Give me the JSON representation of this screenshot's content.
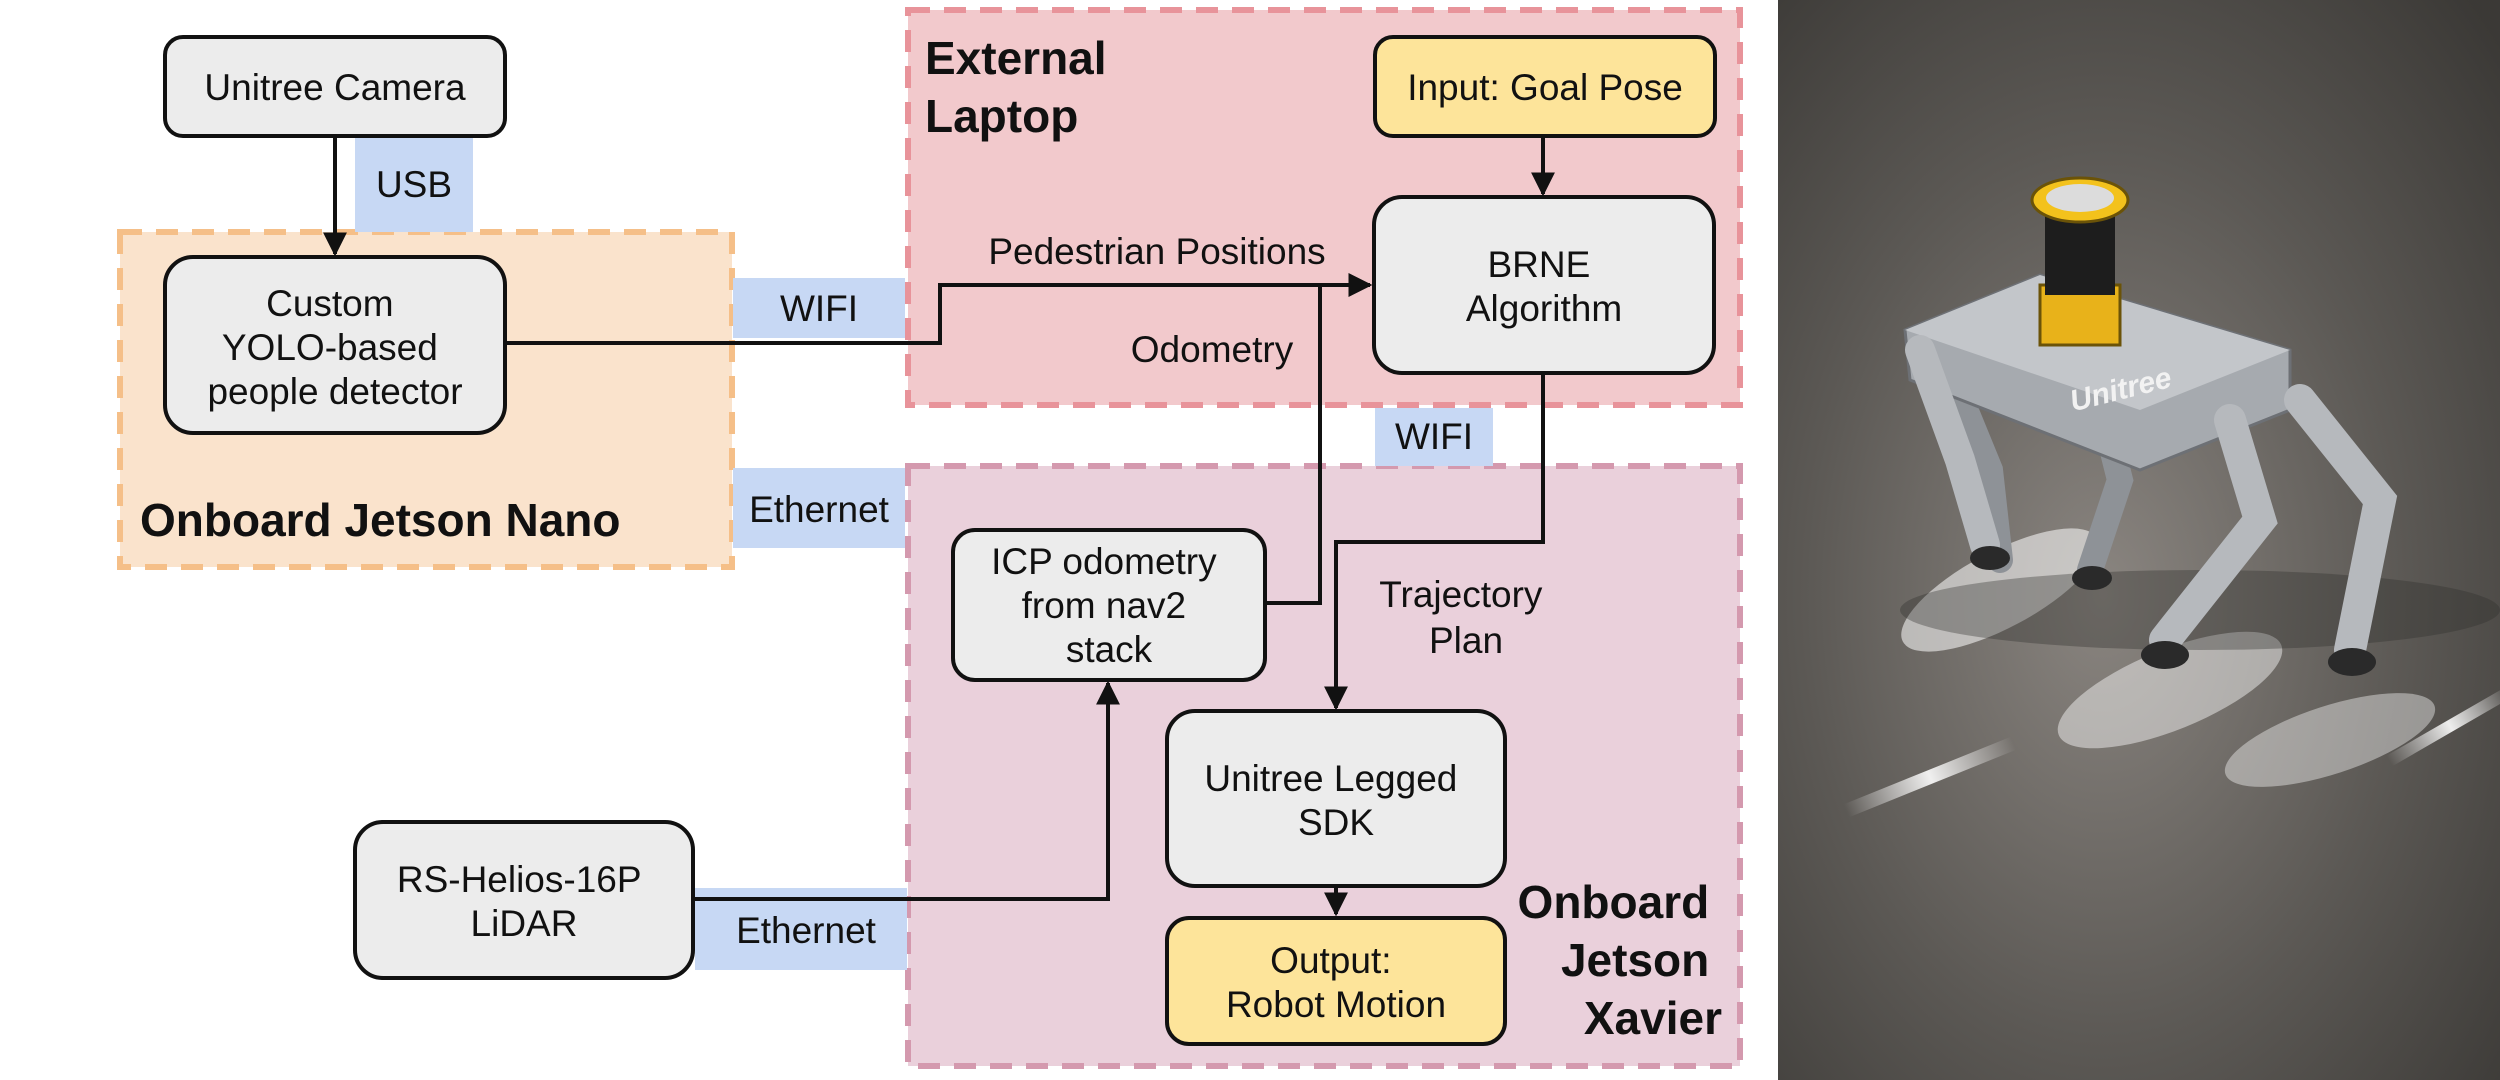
{
  "groups": {
    "jetson_nano": {
      "label_lines": [
        "Onboard Jetson Nano"
      ],
      "color": "#fae3cc",
      "border": "#f5bf88"
    },
    "external_laptop": {
      "label_lines": [
        "External",
        "Laptop"
      ],
      "color": "#f2c9cc",
      "border": "#e8939a"
    },
    "jetson_xavier": {
      "label_lines": [
        "Onboard",
        "Jetson",
        "Xavier"
      ],
      "color": "#ead0db",
      "border": "#d499ae"
    }
  },
  "nodes": {
    "unitree_camera": {
      "lines": [
        "Unitree Camera"
      ]
    },
    "people_detector": {
      "lines": [
        "Custom",
        "YOLO-based",
        "people detector"
      ]
    },
    "goal_pose": {
      "lines": [
        "Input: Goal Pose"
      ]
    },
    "brne": {
      "lines": [
        "BRNE",
        "Algorithm"
      ]
    },
    "icp_odometry": {
      "lines": [
        "ICP odometry",
        "from nav2",
        "stack"
      ]
    },
    "legged_sdk": {
      "lines": [
        "Unitree Legged",
        "SDK"
      ]
    },
    "lidar": {
      "lines": [
        "RS-Helios-16P",
        "LiDAR"
      ]
    },
    "robot_motion": {
      "lines": [
        "Output:",
        "Robot Motion"
      ]
    }
  },
  "connections": {
    "usb": "USB",
    "wifi_left": "WIFI",
    "wifi_right": "WIFI",
    "ethernet_nano": "Ethernet",
    "ethernet_lidar": "Ethernet"
  },
  "edge_labels": {
    "pedestrian_positions": "Pedestrian Positions",
    "odometry": "Odometry",
    "trajectory_plan": [
      "Trajectory",
      "Plan"
    ]
  },
  "photo": {
    "watermark_text": "Unitree"
  },
  "colors": {
    "node_fill": "#ececec",
    "highlight_fill": "#fde49a",
    "connection_fill": "#c7d8f4",
    "stroke": "#111111"
  }
}
